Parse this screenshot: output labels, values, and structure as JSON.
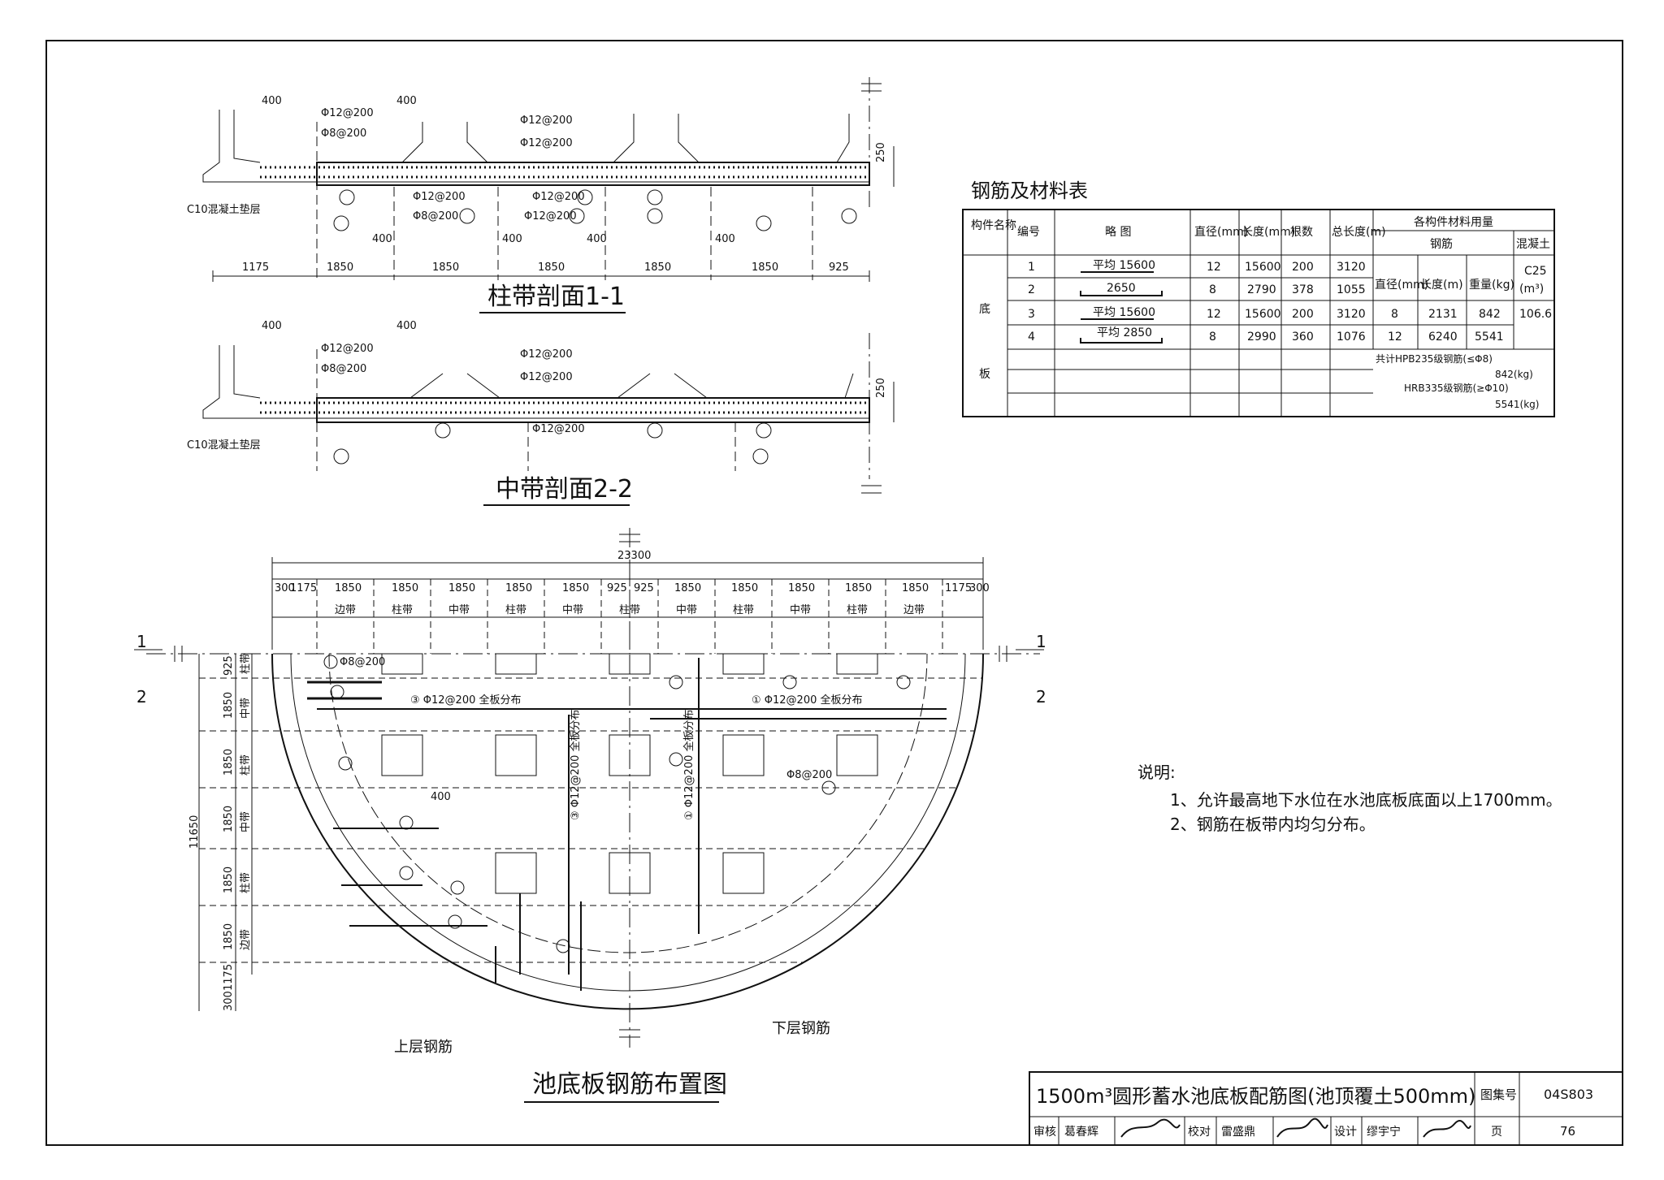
{
  "section1": {
    "title": "柱带剖面1-1",
    "cushion": "C10混凝土垫层",
    "labels": [
      "Φ12@200",
      "Φ8@200",
      "Φ12@200",
      "Φ12@200",
      "Φ12@200",
      "Φ8@200",
      "Φ12@200",
      "Φ12@200"
    ],
    "top_dims": [
      "400",
      "400"
    ],
    "mid_dims": [
      "400",
      "400",
      "400",
      "400"
    ],
    "thickness": "250",
    "bottom_dims": [
      "1175",
      "1850",
      "1850",
      "1850",
      "1850",
      "1850",
      "925"
    ]
  },
  "section2": {
    "title": "中带剖面2-2",
    "cushion": "C10混凝土垫层",
    "labels": [
      "Φ12@200",
      "Φ8@200",
      "Φ12@200",
      "Φ12@200",
      "Φ12@200"
    ],
    "top_dims": [
      "400",
      "400"
    ],
    "thickness": "250"
  },
  "plan": {
    "title": "池底板钢筋布置图",
    "total": "23300",
    "top_dims": [
      "300",
      "1175",
      "1850",
      "1850",
      "1850",
      "1850",
      "1850",
      "925",
      "925",
      "1850",
      "1850",
      "1850",
      "1850",
      "1850",
      "1175",
      "300"
    ],
    "bands": [
      "边带",
      "柱带",
      "中带",
      "柱带",
      "中带",
      "柱带",
      "中带",
      "柱带",
      "中带",
      "柱带",
      "边带"
    ],
    "left_dims": [
      "925",
      "1850",
      "1850",
      "1850",
      "1850",
      "1850",
      "1175",
      "300"
    ],
    "left_bands": [
      "柱带",
      "中带",
      "柱带",
      "中带",
      "柱带",
      "边带"
    ],
    "left_total": "11650",
    "rebar_labels": {
      "r3": "③ Φ12@200 全板分布",
      "r1": "① Φ12@200 全板分布",
      "v3": "③ Φ12@200 全板分布",
      "v1": "① Φ12@200 全板分布",
      "phi8a": "Φ8@200",
      "phi8b": "Φ8@200",
      "d400": "400"
    },
    "upper": "上层钢筋",
    "lower": "下层钢筋",
    "sec1": "1",
    "sec2": "2"
  },
  "table": {
    "title": "钢筋及材料表",
    "headers": {
      "component": "构件名称",
      "no": "编号",
      "sketch": "略 图",
      "dia": "直径(mm)",
      "len": "长度(mm)",
      "count": "根数",
      "total": "总长度(m)",
      "usage": "各构件材料用量",
      "steel": "钢筋",
      "concrete": "混凝土",
      "u_dia": "直径(mm)",
      "u_len": "长度(m)",
      "u_wt": "重量(kg)",
      "c25": "C25",
      "m3": "(m³)"
    },
    "component_name": [
      "底",
      "板"
    ],
    "rows": [
      {
        "no": "1",
        "sketch": "平均 15600",
        "dia": "12",
        "len": "15600",
        "count": "200",
        "total": "3120"
      },
      {
        "no": "2",
        "sketch": "2650",
        "dia": "8",
        "len": "2790",
        "count": "378",
        "total": "1055"
      },
      {
        "no": "3",
        "sketch": "平均 15600",
        "dia": "12",
        "len": "15600",
        "count": "200",
        "total": "3120"
      },
      {
        "no": "4",
        "sketch": "平均 2850",
        "dia": "8",
        "len": "2990",
        "count": "360",
        "total": "1076"
      }
    ],
    "usage_rows": [
      {
        "dia": "8",
        "len": "2131",
        "wt": "842"
      },
      {
        "dia": "12",
        "len": "6240",
        "wt": "5541"
      }
    ],
    "concrete_val": "106.6",
    "summary": [
      "共计HPB235级钢筋(≤Φ8)",
      "842(kg)",
      "HRB335级钢筋(≥Φ10)",
      "5541(kg)"
    ]
  },
  "notes": {
    "title": "说明:",
    "items": [
      "1、允许最高地下水位在水池底板底面以上1700mm。",
      "2、钢筋在板带内均匀分布。"
    ]
  },
  "titleblock": {
    "title": "1500m³圆形蓄水池底板配筋图(池顶覆土500mm)",
    "atlas_label": "图集号",
    "atlas_no": "04S803",
    "review": "审核",
    "reviewer": "葛春辉",
    "check": "校对",
    "checker": "雷盛鼎",
    "design": "设计",
    "designer": "缪宇宁",
    "page_label": "页",
    "page_no": "76"
  }
}
